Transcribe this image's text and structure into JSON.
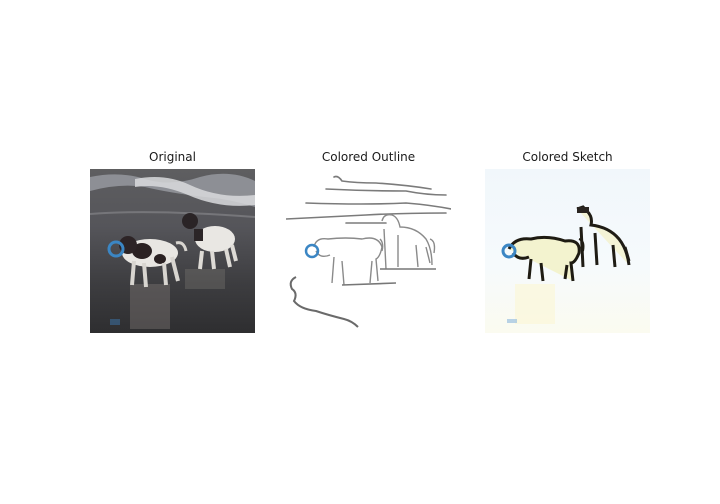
{
  "panels": [
    {
      "title": "Original"
    },
    {
      "title": "Colored Outline"
    },
    {
      "title": "Colored Sketch"
    }
  ],
  "colors": {
    "frisbee": "#3b86c4",
    "sand": "#4a4a4a",
    "sketch_background": "#eef6fb",
    "sketch_highlight": "#f4f1a8"
  }
}
